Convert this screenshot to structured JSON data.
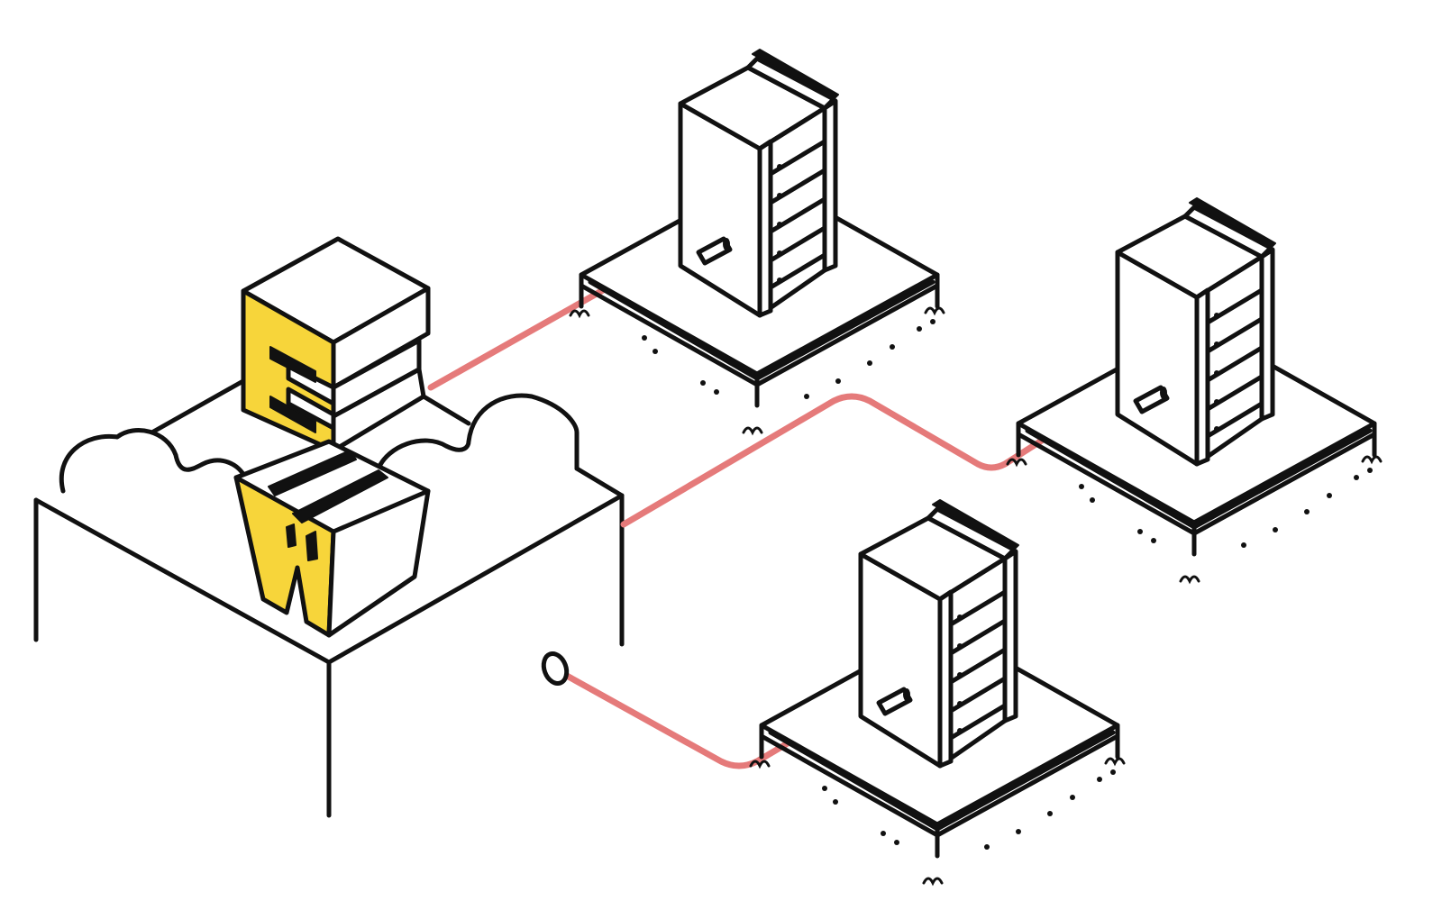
{
  "illustration": {
    "logo_letters": "EW",
    "servers": [
      {
        "id": "top-server"
      },
      {
        "id": "right-server"
      },
      {
        "id": "bottom-server"
      }
    ],
    "colors": {
      "ink": "#111111",
      "logo_yellow": "#f7d53a",
      "cable_pink": "#e57a7a",
      "background": "#ffffff"
    }
  }
}
